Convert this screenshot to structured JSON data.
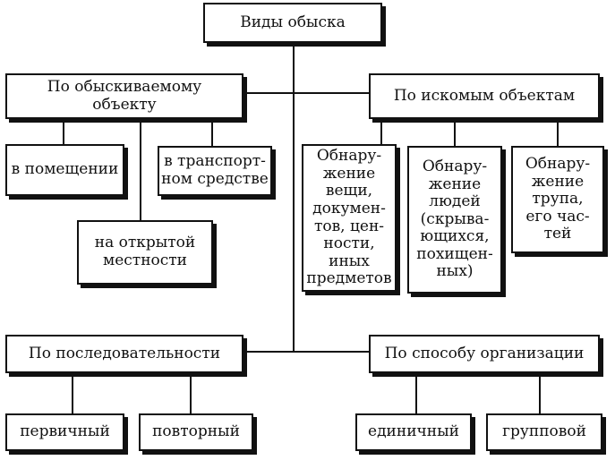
{
  "root": "Виды обыска",
  "by_object": {
    "title": "По обыскиваемому\nобъекту",
    "items": [
      "в помещении",
      "в транспорт-\nном средстве",
      "на открытой\nместности"
    ]
  },
  "by_sought": {
    "title": "По искомым объектам",
    "items": [
      "Обнару-\nжение\nвещи,\nдокумен-\nтов, цен-\nности,\nиных\nпредметов",
      "Обнару-\nжение\nлюдей\n(скрыва-\nющихся,\nпохищен-\nных)",
      "Обнару-\nжение\nтрупа,\nего час-\nтей"
    ]
  },
  "by_sequence": {
    "title": "По последовательности",
    "items": [
      "первичный",
      "повторный"
    ]
  },
  "by_organization": {
    "title": "По способу организации",
    "items": [
      "единичный",
      "групповой"
    ]
  }
}
